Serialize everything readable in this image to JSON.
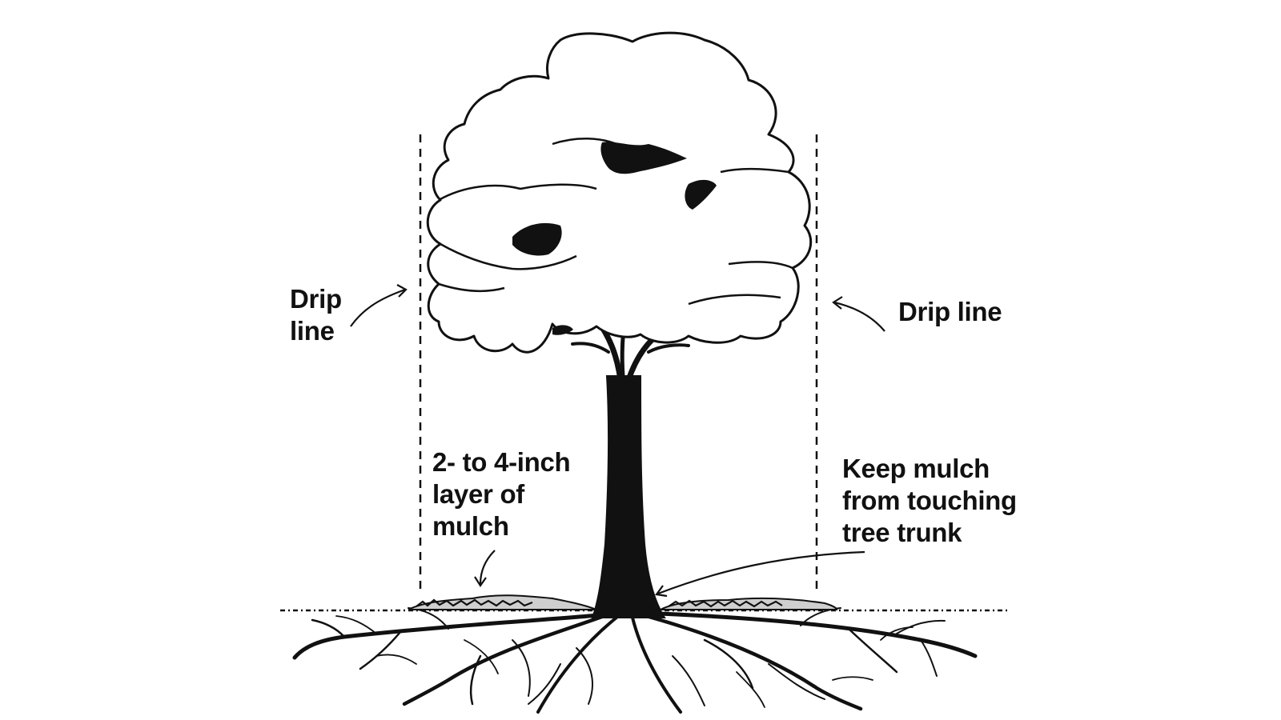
{
  "labels": {
    "drip_left": [
      "Drip",
      "line"
    ],
    "drip_right": [
      "Drip line"
    ],
    "mulch_layer": [
      "2- to 4-inch",
      "layer of",
      "mulch"
    ],
    "keep_mulch": [
      "Keep mulch",
      "from touching",
      "tree trunk"
    ]
  },
  "colors": {
    "ink": "#111111",
    "canopy_fill": "#ffffff",
    "background": "#ffffff"
  },
  "icons": [
    "tree",
    "roots",
    "mulch-layer",
    "arrow",
    "dashed-drip-line"
  ]
}
